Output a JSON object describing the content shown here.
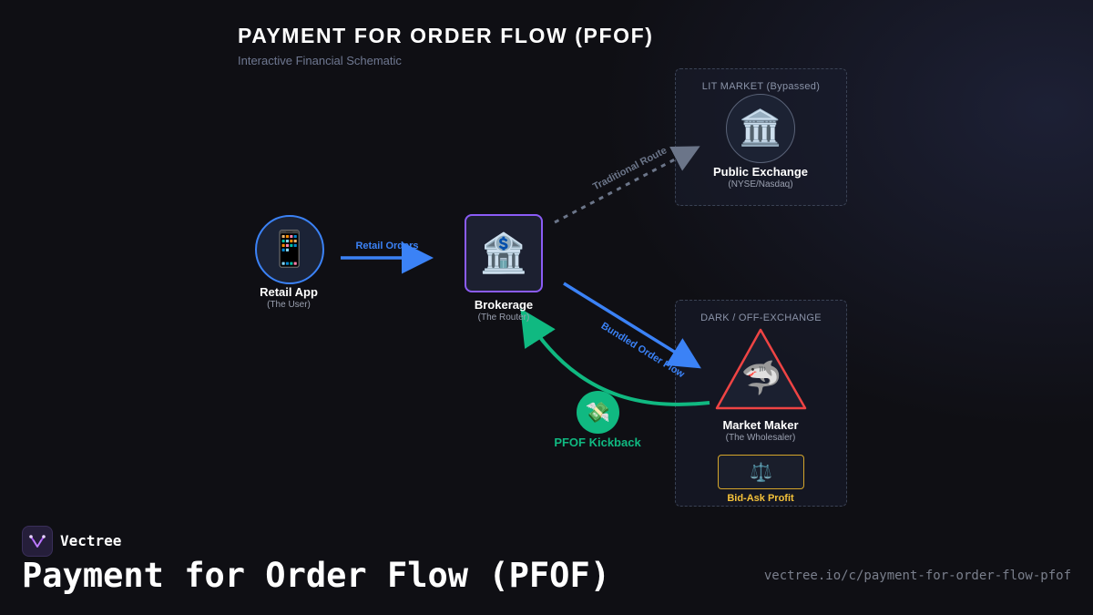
{
  "header": {
    "title": "PAYMENT FOR ORDER FLOW (PFOF)",
    "subtitle": "Interactive Financial Schematic"
  },
  "zones": {
    "lit": "LIT MARKET (Bypassed)",
    "dark": "DARK / OFF-EXCHANGE"
  },
  "nodes": {
    "retail": {
      "name": "Retail App",
      "sub": "(The User)",
      "icon": "mobile-phone-icon"
    },
    "brokerage": {
      "name": "Brokerage",
      "sub": "(The Router)",
      "icon": "bank-icon"
    },
    "exchange": {
      "name": "Public Exchange",
      "sub": "(NYSE/Nasdaq)",
      "icon": "classical-building-icon"
    },
    "market_maker": {
      "name": "Market Maker",
      "sub": "(The Wholesaler)",
      "icon": "shark-icon"
    }
  },
  "edges": {
    "retail_orders": "Retail Orders",
    "traditional_route": "Traditional Route",
    "bundled_order_flow": "Bundled Order Flow"
  },
  "kickback": {
    "label": "PFOF Kickback",
    "icon": "money-wings-icon"
  },
  "profit": {
    "label": "Bid-Ask Profit",
    "icon": "scales-icon"
  },
  "colors": {
    "blue": "#3b82f6",
    "purple": "#8b5cf6",
    "green": "#10b981",
    "red": "#ef4444",
    "gold": "#f5c23a",
    "gray": "#6b7589"
  },
  "footer": {
    "brand": "Vectree",
    "title": "Payment for Order Flow (PFOF)",
    "url": "vectree.io/c/payment-for-order-flow-pfof"
  }
}
